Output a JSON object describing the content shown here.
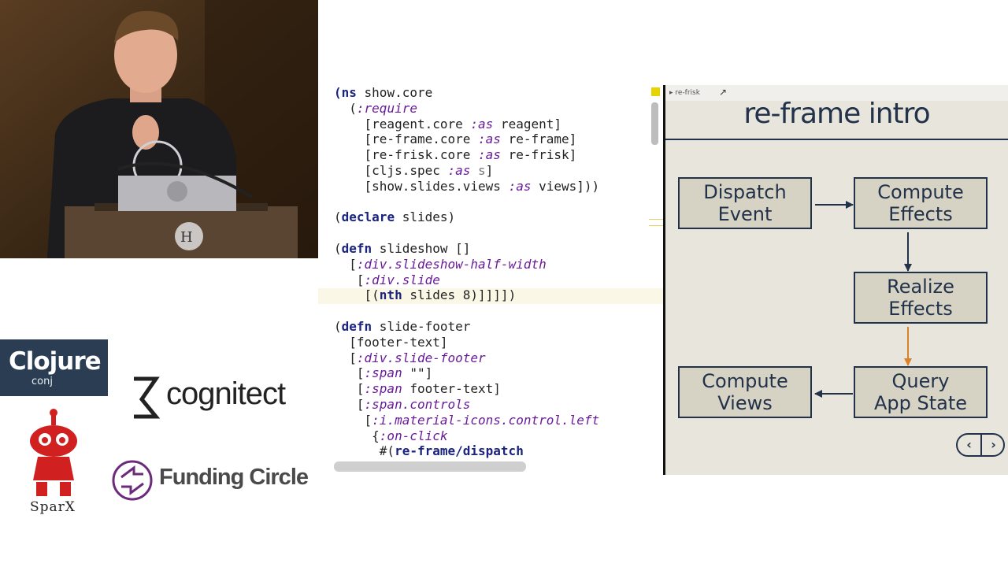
{
  "speaker_photo": {
    "description_icon": "speaker-video-icon"
  },
  "sponsors": {
    "clojure_conj": {
      "title": "Clojure",
      "subtitle": "conj"
    },
    "cognitect": {
      "name": "cognitect"
    },
    "sparx": {
      "name": "SparX"
    },
    "funding_circle": {
      "name": "Funding Circle"
    }
  },
  "editor": {
    "lines": [
      [
        [
          "kw",
          "(ns"
        ],
        [
          "t",
          " show.core"
        ]
      ],
      [
        [
          "t",
          "  ("
        ],
        [
          "ky",
          ":require"
        ]
      ],
      [
        [
          "t",
          "    [reagent.core "
        ],
        [
          "ky",
          ":as"
        ],
        [
          "t",
          " reagent]"
        ]
      ],
      [
        [
          "t",
          "    [re-frame.core "
        ],
        [
          "ky",
          ":as"
        ],
        [
          "t",
          " re-frame]"
        ]
      ],
      [
        [
          "t",
          "    [re-frisk.core "
        ],
        [
          "ky",
          ":as"
        ],
        [
          "t",
          " re-frisk]"
        ]
      ],
      [
        [
          "t",
          "    [cljs.spec "
        ],
        [
          "ky",
          ":as"
        ],
        [
          "gs",
          " s"
        ],
        [
          "t",
          "]"
        ]
      ],
      [
        [
          "t",
          "    [show.slides.views "
        ],
        [
          "ky",
          ":as"
        ],
        [
          "t",
          " views]))"
        ]
      ],
      [
        [
          "t",
          ""
        ]
      ],
      [
        [
          "t",
          "("
        ],
        [
          "kw",
          "declare"
        ],
        [
          "t",
          " slides)"
        ]
      ],
      [
        [
          "t",
          ""
        ]
      ],
      [
        [
          "t",
          "("
        ],
        [
          "kw",
          "defn"
        ],
        [
          "t",
          " slideshow []"
        ]
      ],
      [
        [
          "t",
          "  ["
        ],
        [
          "ky",
          ":div.slideshow-half-width"
        ]
      ],
      [
        [
          "t",
          "   ["
        ],
        [
          "ky",
          ":div.slide"
        ]
      ],
      [
        [
          "t",
          "    [("
        ],
        [
          "kw",
          "nth"
        ],
        [
          "t",
          " slides 8)]]]])"
        ]
      ],
      [
        [
          "t",
          ""
        ]
      ],
      [
        [
          "t",
          "("
        ],
        [
          "kw",
          "defn"
        ],
        [
          "t",
          " slide-footer"
        ]
      ],
      [
        [
          "t",
          "  [footer-text]"
        ]
      ],
      [
        [
          "t",
          "  ["
        ],
        [
          "ky",
          ":div.slide-footer"
        ]
      ],
      [
        [
          "t",
          "   ["
        ],
        [
          "ky",
          ":span"
        ],
        [
          "t",
          " \"\"]"
        ]
      ],
      [
        [
          "t",
          "   ["
        ],
        [
          "ky",
          ":span"
        ],
        [
          "t",
          " footer-text]"
        ]
      ],
      [
        [
          "t",
          "   ["
        ],
        [
          "ky",
          ":span.controls"
        ]
      ],
      [
        [
          "t",
          "    ["
        ],
        [
          "ky",
          ":i.material-icons.control.left"
        ]
      ],
      [
        [
          "t",
          "     {"
        ],
        [
          "ky",
          ":on-click"
        ]
      ],
      [
        [
          "t",
          "      #("
        ],
        [
          "kw",
          "re-frame/dispatch"
        ]
      ]
    ]
  },
  "slide": {
    "re_frisk_label": "▸ re-frisk",
    "re_frisk_icon": "↗",
    "title": "re-frame intro",
    "boxes": {
      "dispatch": [
        "Dispatch",
        "Event"
      ],
      "compute_effects": [
        "Compute",
        "Effects"
      ],
      "realize": [
        "Realize",
        "Effects"
      ],
      "query": [
        "Query",
        "App State"
      ],
      "compute_views": [
        "Compute",
        "Views"
      ]
    },
    "nav": {
      "prev": "‹",
      "next": "›"
    },
    "colors": {
      "navy": "#22324a",
      "orange": "#d9822b",
      "box_fill": "#d6d2c4",
      "background": "#e8e5dc"
    }
  }
}
